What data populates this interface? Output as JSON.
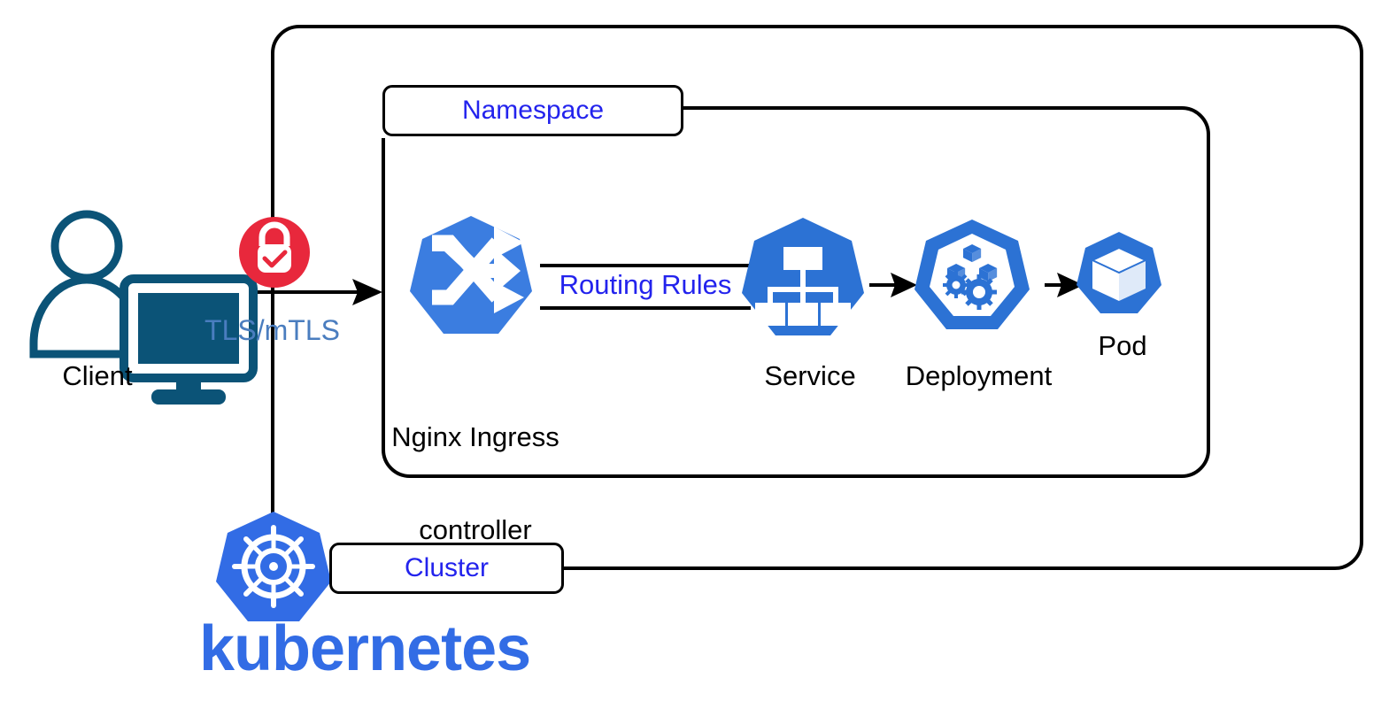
{
  "diagram": {
    "title": "Kubernetes Ingress TLS Architecture",
    "colors": {
      "k8s_blue": "#326CE5",
      "icon_blue": "#3B7DE0",
      "label_blue": "#2323ED",
      "steel_blue": "#4A7DBF",
      "client_teal": "#0B5377",
      "lock_red": "#E8283C",
      "line_black": "#000000",
      "background": "#FFFFFF"
    },
    "boundaries": [
      {
        "id": "cluster",
        "label": "Cluster",
        "label_color": "#2323ED"
      },
      {
        "id": "namespace",
        "label": "Namespace",
        "label_color": "#2323ED"
      }
    ],
    "nodes": [
      {
        "id": "client",
        "label": "Client",
        "icon": "client-person-monitor-icon",
        "label_color": "#000000"
      },
      {
        "id": "ingress",
        "label_line1": "Nginx Ingress",
        "label_line2": "controller",
        "icon": "ingress-shuffle-arrows-icon",
        "label_color": "#000000"
      },
      {
        "id": "service",
        "label": "Service",
        "icon": "service-hierarchy-icon",
        "label_color": "#000000"
      },
      {
        "id": "deployment",
        "label": "Deployment",
        "icon": "deployment-cubes-gears-icon",
        "label_color": "#000000"
      },
      {
        "id": "pod",
        "label": "Pod",
        "icon": "pod-cube-icon",
        "label_color": "#000000"
      }
    ],
    "connections": [
      {
        "id": "client-ingress",
        "label": "TLS/mTLS",
        "label_color": "#4A7DBF",
        "style": "double-headed-arrow",
        "badge": "lock-secure-icon"
      },
      {
        "id": "ingress-service",
        "label": "Routing Rules",
        "label_color": "#2323ED",
        "style": "double-line"
      },
      {
        "id": "service-deployment",
        "label": "",
        "style": "arrow"
      },
      {
        "id": "deployment-pod",
        "label": "",
        "style": "arrow"
      }
    ],
    "branding": {
      "wordmark": "kubernetes",
      "wordmark_color": "#326CE5",
      "logo": "kubernetes-helm-wheel-icon"
    }
  }
}
